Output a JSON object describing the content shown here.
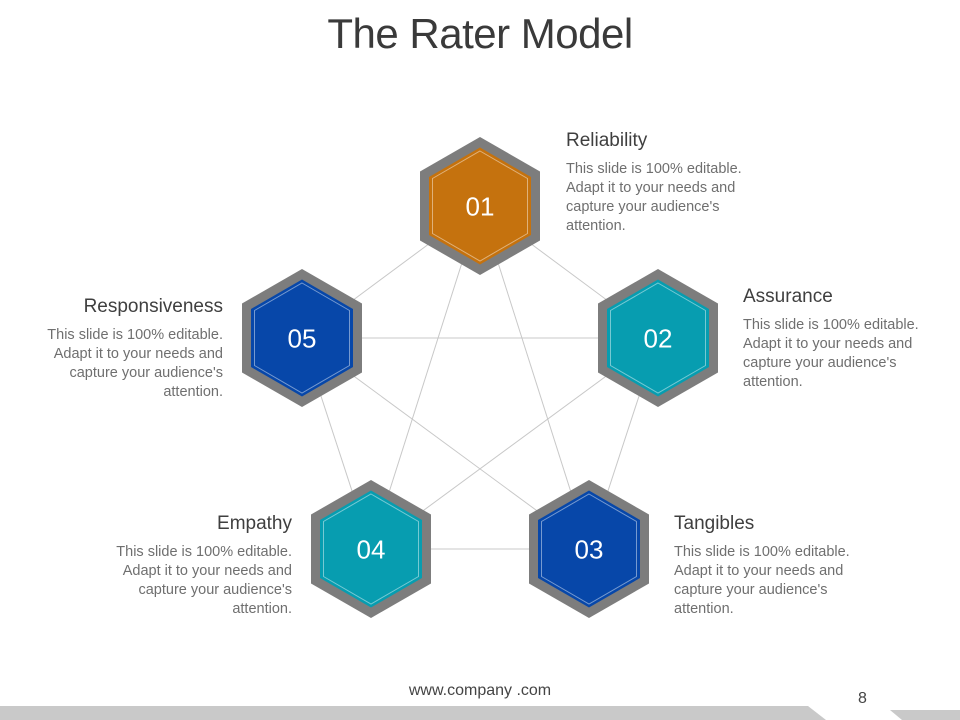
{
  "title": "The Rater Model",
  "nodes": [
    {
      "number": "01",
      "heading": "Reliability",
      "description": "This slide is 100% editable. Adapt it to your needs and capture your audience's attention.",
      "color": "#C5720E"
    },
    {
      "number": "02",
      "heading": "Assurance",
      "description": "This slide is 100% editable. Adapt it to your needs and capture your audience's attention.",
      "color": "#079DB0"
    },
    {
      "number": "03",
      "heading": "Tangibles",
      "description": "This slide is 100% editable. Adapt it to your needs and capture your audience's attention.",
      "color": "#0747A9"
    },
    {
      "number": "04",
      "heading": "Empathy",
      "description": "This slide is 100% editable. Adapt it to your needs and capture your audience's attention.",
      "color": "#079DB0"
    },
    {
      "number": "05",
      "heading": "Responsiveness",
      "description": "This slide is 100% editable. Adapt it to your needs and capture your audience's attention.",
      "color": "#0747A9"
    }
  ],
  "footer": {
    "url": "www.company .com",
    "page_number": "8"
  },
  "colors": {
    "hex_border": "#7D7D7D",
    "connector": "#C8C8C8",
    "footer_band": "#C9C9C9"
  }
}
